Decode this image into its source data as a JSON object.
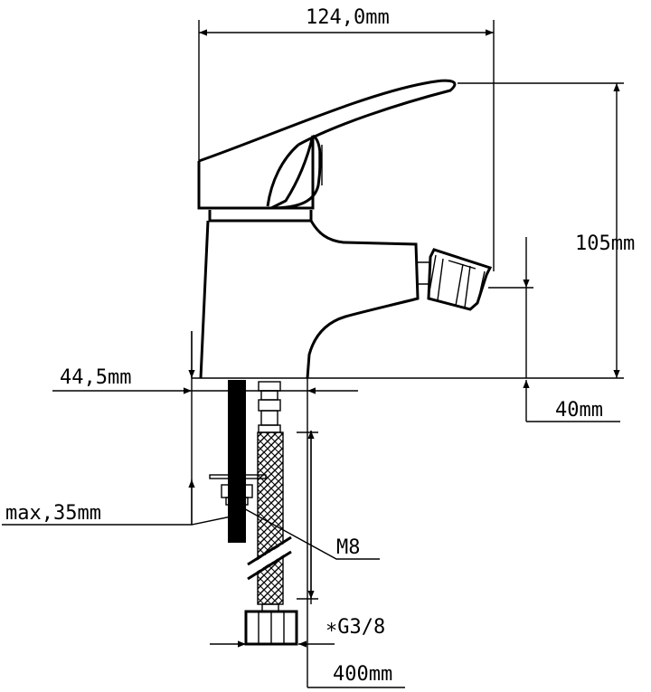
{
  "labels": {
    "width": "124,0mm",
    "height": "105mm",
    "spout_height": "40mm",
    "base_offset": "44,5mm",
    "max_thickness": "max,35mm",
    "rod_thread": "M8",
    "hose_thread": "∗G3/8",
    "hose_length": "400mm"
  },
  "colors": {
    "line": "#000000",
    "background": "#ffffff"
  }
}
